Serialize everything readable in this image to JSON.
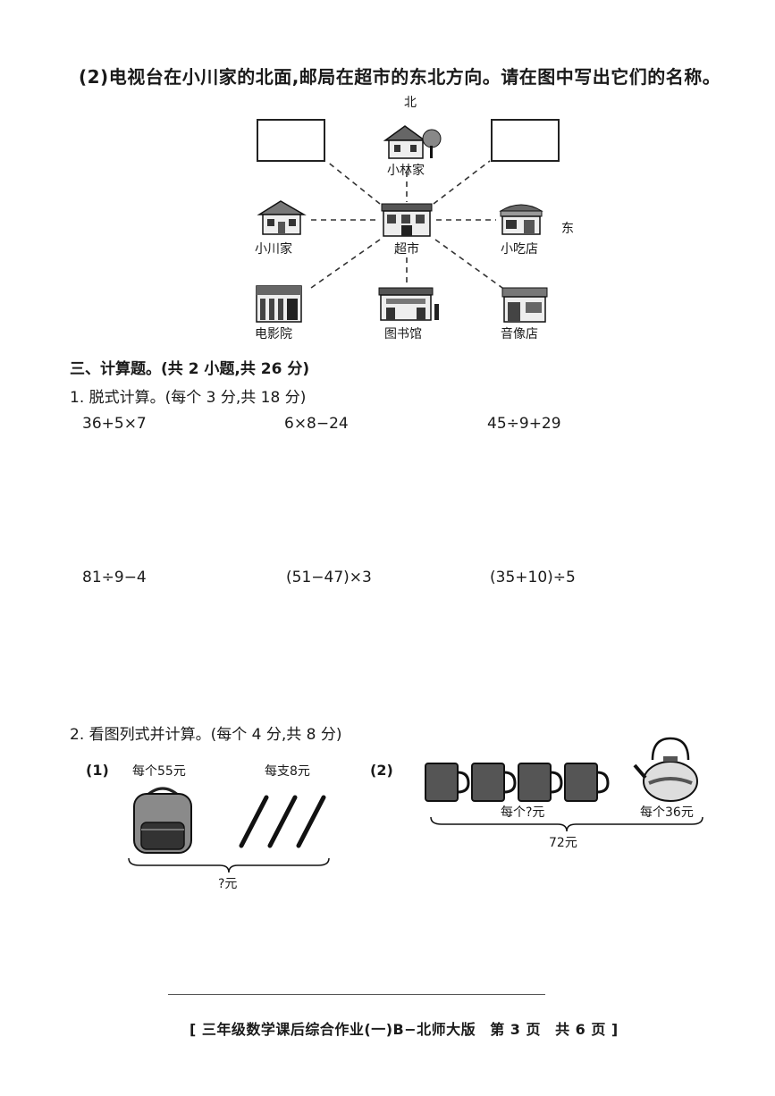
{
  "q2_instruction": "(2)电视台在小川家的北面,邮局在超市的东北方向。请在图中写出它们的名称。",
  "map": {
    "north_label": "北",
    "east_label": "东",
    "places": {
      "xiaolin": "小林家",
      "xiaochuan": "小川家",
      "supermarket": "超市",
      "snack": "小吃店",
      "cinema": "电影院",
      "library": "图书馆",
      "audio": "音像店"
    },
    "answer_left": "",
    "answer_right": ""
  },
  "section3": {
    "title": "三、计算题。(共 2 小题,共 26 分)",
    "q1_title": "1. 脱式计算。(每个 3 分,共 18 分)",
    "expressions": [
      "36+5×7",
      "6×8−24",
      "45÷9+29",
      "81÷9−4",
      "(51−47)×3",
      "(35+10)÷5"
    ],
    "q2_title": "2. 看图列式并计算。(每个 4 分,共 8 分)"
  },
  "problem1": {
    "index": "(1)",
    "bag_price": "每个55元",
    "pen_price": "每支8元",
    "total": "?元"
  },
  "problem2": {
    "index": "(2)",
    "cup_price": "每个?元",
    "kettle_price": "每个36元",
    "total": "72元"
  },
  "footer": {
    "text_a": "[ 三年级数学课后综合作业(一)B−北师大版",
    "page_label": "第 3 页",
    "total_label": "共 6 页 ]"
  }
}
